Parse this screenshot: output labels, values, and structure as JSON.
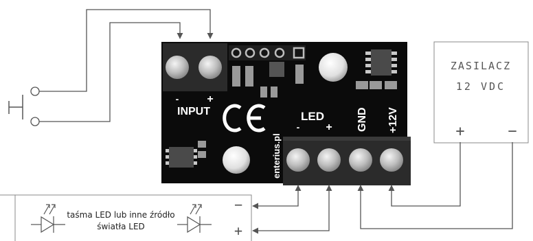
{
  "board": {
    "input_label": "INPUT",
    "input_minus": "-",
    "input_plus": "+",
    "led_label": "LED",
    "led_minus": "-",
    "led_plus": "+",
    "gnd_label": "GND",
    "v12_label": "+12V",
    "brand": "enterius.pl",
    "ce_mark": "CE"
  },
  "supply": {
    "title_line1": "ZASILACZ",
    "title_line2": "12 VDC",
    "plus": "+",
    "minus": "−"
  },
  "led_strip": {
    "desc_line1": "taśma LED lub inne źródło",
    "desc_line2": "światła LED",
    "minus": "−",
    "plus": "+"
  },
  "icons": {
    "switch": "push-button-switch-icon",
    "led": "led-diode-icon"
  }
}
